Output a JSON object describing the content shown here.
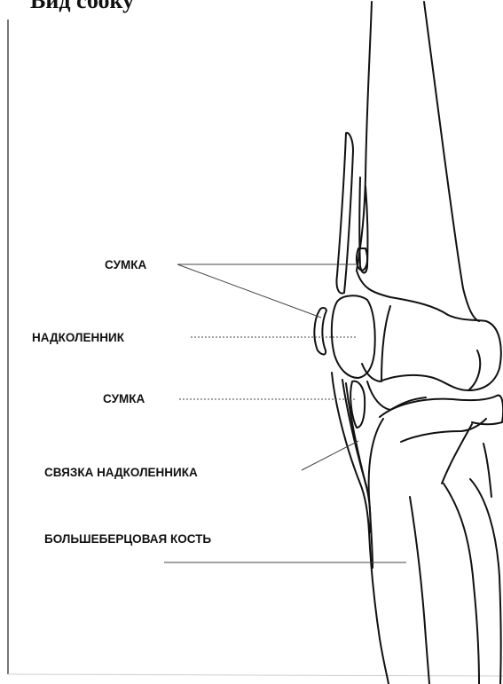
{
  "title": "Вид сбоку",
  "labels": {
    "bursa_upper": "СУМКА",
    "patella": "НАДКОЛЕННИК",
    "bursa_lower": "СУМКА",
    "patellar_ligament": "СВЯЗКА  НАДКОЛЕННИКА",
    "tibia": "БОЛЬШЕБЕРЦОВАЯ КОСТЬ"
  },
  "colors": {
    "line": "#111111",
    "leader": "#444444",
    "background": "#ffffff",
    "frame": "#777777"
  }
}
